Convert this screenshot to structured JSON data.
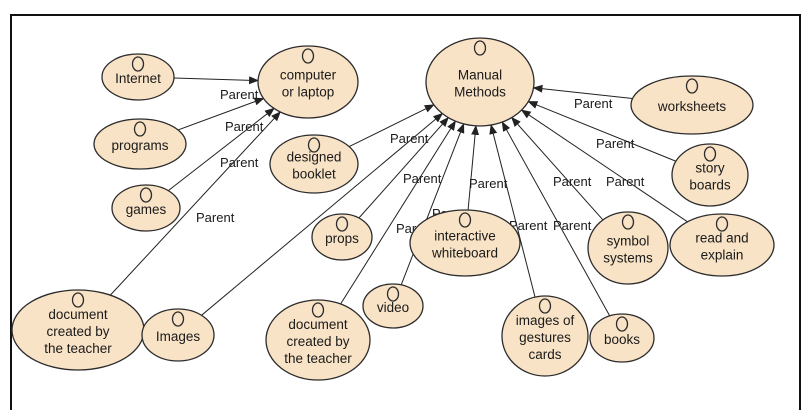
{
  "colors": {
    "node_fill": "#f9e3c6",
    "node_stroke": "#2c2c2c",
    "marker_fill": "#4a9de0",
    "edge": "#222222"
  },
  "edge_label": "Parent",
  "nodes": [
    {
      "id": "computer",
      "lines": [
        "computer",
        "or laptop"
      ]
    },
    {
      "id": "manual",
      "lines": [
        "Manual",
        "Methods"
      ]
    },
    {
      "id": "internet",
      "lines": [
        "Internet"
      ]
    },
    {
      "id": "programs",
      "lines": [
        "programs"
      ]
    },
    {
      "id": "games",
      "lines": [
        "games"
      ]
    },
    {
      "id": "doc1",
      "lines": [
        "document",
        "created by",
        "the teacher"
      ]
    },
    {
      "id": "images",
      "lines": [
        "Images"
      ]
    },
    {
      "id": "booklet",
      "lines": [
        "designed",
        "booklet"
      ]
    },
    {
      "id": "props",
      "lines": [
        "props"
      ]
    },
    {
      "id": "doc2",
      "lines": [
        "document",
        "created by",
        "the teacher"
      ]
    },
    {
      "id": "video",
      "lines": [
        "video"
      ]
    },
    {
      "id": "whiteboard",
      "lines": [
        "interactive",
        "whiteboard"
      ]
    },
    {
      "id": "gestures",
      "lines": [
        "images of",
        "gestures",
        "cards"
      ]
    },
    {
      "id": "books",
      "lines": [
        "books"
      ]
    },
    {
      "id": "symbol",
      "lines": [
        "symbol",
        "systems"
      ]
    },
    {
      "id": "readexplain",
      "lines": [
        "read and",
        "explain"
      ]
    },
    {
      "id": "storyboards",
      "lines": [
        "story",
        "boards"
      ]
    },
    {
      "id": "worksheets",
      "lines": [
        "worksheets"
      ]
    }
  ],
  "edges": [
    {
      "from": "internet",
      "to": "computer"
    },
    {
      "from": "programs",
      "to": "computer"
    },
    {
      "from": "games",
      "to": "computer"
    },
    {
      "from": "doc1",
      "to": "computer"
    },
    {
      "from": "booklet",
      "to": "manual"
    },
    {
      "from": "images",
      "to": "manual"
    },
    {
      "from": "props",
      "to": "manual"
    },
    {
      "from": "doc2",
      "to": "manual"
    },
    {
      "from": "video",
      "to": "manual"
    },
    {
      "from": "whiteboard",
      "to": "manual"
    },
    {
      "from": "gestures",
      "to": "manual"
    },
    {
      "from": "books",
      "to": "manual"
    },
    {
      "from": "symbol",
      "to": "manual"
    },
    {
      "from": "readexplain",
      "to": "manual"
    },
    {
      "from": "storyboards",
      "to": "manual"
    },
    {
      "from": "worksheets",
      "to": "manual"
    }
  ]
}
